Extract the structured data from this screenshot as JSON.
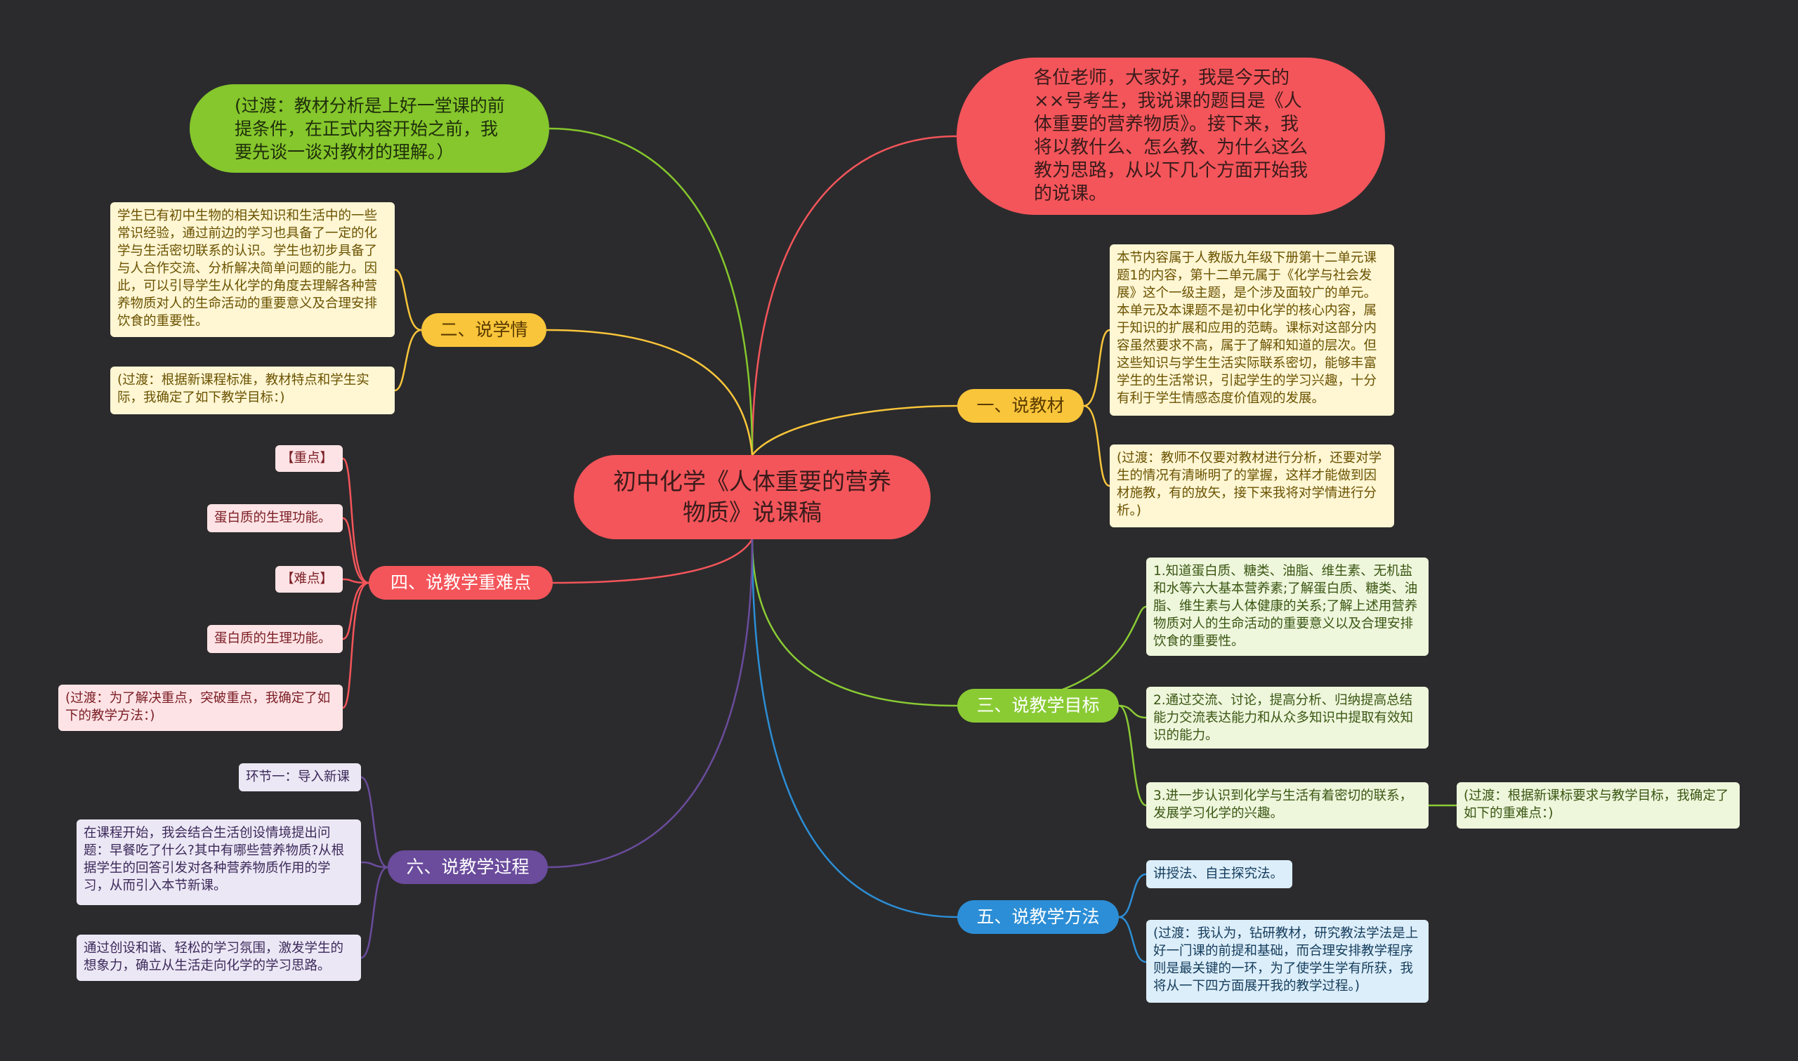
{
  "central": {
    "title": "初中化学《人体重要的营养物质》说课稿"
  },
  "intro": {
    "text": "各位老师，大家好，我是今天的××号考生，我说课的题目是《人体重要的营养物质》。接下来，我将以教什么、怎么教、为什么这么教为思路，从以下几个方面开始我的说课。"
  },
  "transition_top": {
    "text": "(过渡：教材分析是上好一堂课的前提条件，在正式内容开始之前，我要先谈一谈对教材的理解。）"
  },
  "branches": {
    "jiaocai": {
      "label": "一、说教材",
      "leaves": [
        "本节内容属于人教版九年级下册第十二单元课题1的内容，第十二单元属于《化学与社会发展》这个一级主题，是个涉及面较广的单元。本单元及本课题不是初中化学的核心内容，属于知识的扩展和应用的范畴。课标对这部分内容虽然要求不高，属于了解和知道的层次。但这些知识与学生生活实际联系密切，能够丰富学生的生活常识，引起学生的学习兴趣，十分有利于学生情感态度价值观的发展。",
        "(过渡：教师不仅要对教材进行分析，还要对学生的情况有清晰明了的掌握，这样才能做到因材施教，有的放矢，接下来我将对学情进行分析。)"
      ]
    },
    "xueqing": {
      "label": "二、说学情",
      "leaves": [
        "学生已有初中生物的相关知识和生活中的一些常识经验，通过前边的学习也具备了一定的化学与生活密切联系的认识。学生也初步具备了与人合作交流、分析解决简单问题的能力。因此，可以引导学生从化学的角度去理解各种营养物质对人的生命活动的重要意义及合理安排饮食的重要性。",
        "(过渡：根据新课程标准，教材特点和学生实际，我确定了如下教学目标：)"
      ]
    },
    "mubiao": {
      "label": "三、说教学目标",
      "leaves": [
        "1.知道蛋白质、糖类、油脂、维生素、无机盐和水等六大基本营养素;了解蛋白质、糖类、油脂、维生素与人体健康的关系;了解上述用营养物质对人的生命活动的重要意义以及合理安排饮食的重要性。",
        "2.通过交流、讨论，提高分析、归纳提高总结能力交流表达能力和从众多知识中提取有效知识的能力。",
        "3.进一步认识到化学与生活有着密切的联系，发展学习化学的兴趣。"
      ],
      "sub_leaf": "(过渡：根据新课标要求与教学目标，我确定了如下的重难点：)"
    },
    "zhongnandian": {
      "label": "四、说教学重难点",
      "leaves": [
        "【重点】",
        "蛋白质的生理功能。",
        "【难点】",
        "蛋白质的生理功能。",
        "(过渡：为了解决重点，突破重点，我确定了如下的教学方法：)"
      ]
    },
    "fangfa": {
      "label": "五、说教学方法",
      "leaves": [
        "讲授法、自主探究法。",
        "(过渡：我认为，钻研教材，研究教法学法是上好一门课的前提和基础，而合理安排教学程序则是最关键的一环，为了使学生学有所获，我将从一下四方面展开我的教学过程。)"
      ]
    },
    "guocheng": {
      "label": "六、说教学过程",
      "leaves": [
        "环节一：导入新课",
        "在课程开始，我会结合生活创设情境提出问题：早餐吃了什么?其中有哪些营养物质?从根据学生的回答引发对各种营养物质作用的学习，从而引入本节新课。",
        "通过创设和谐、轻松的学习氛围，激发学生的想象力，确立从生活走向化学的学习思路。"
      ]
    }
  },
  "colors": {
    "background": "#2b2b2d",
    "red": "#f4555a",
    "yellow": "#f9c53a",
    "green": "#8acb34",
    "blue": "#2c8ed6",
    "purple": "#6a4b9c"
  }
}
